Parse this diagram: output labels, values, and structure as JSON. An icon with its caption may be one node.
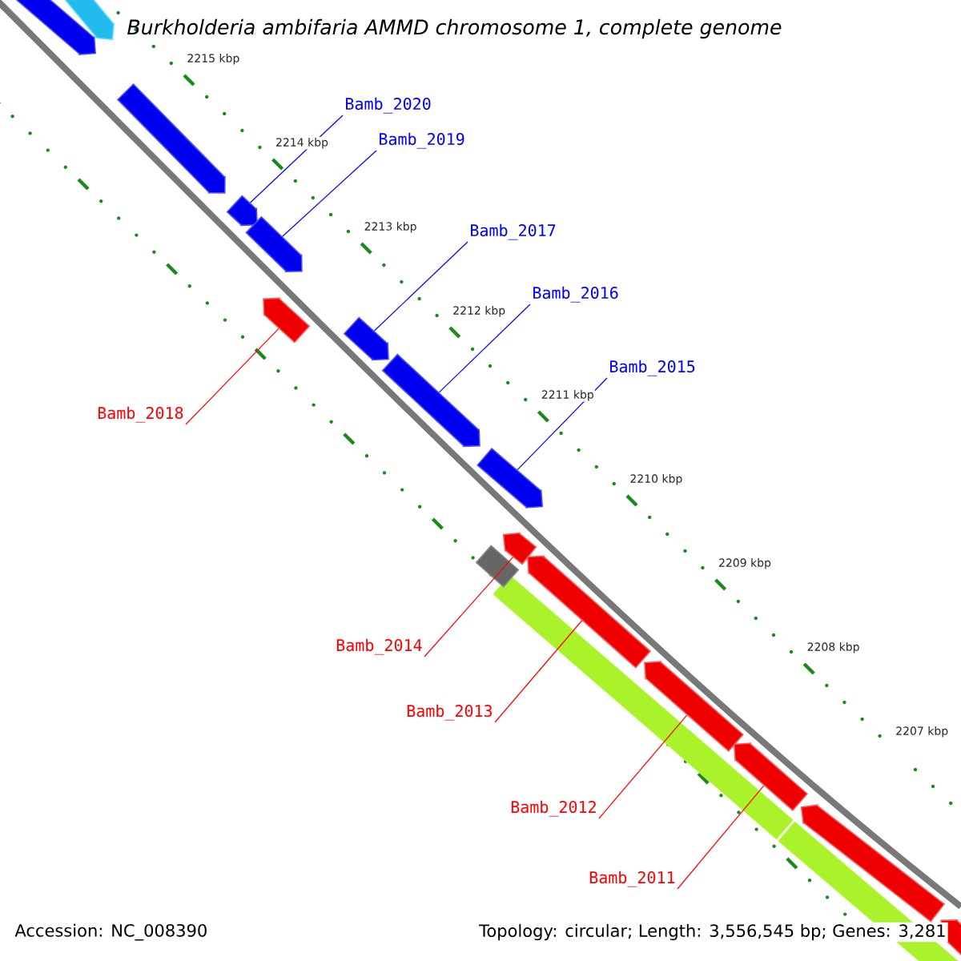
{
  "diagram": {
    "title": "Burkholderia ambifaria AMMD chromosome 1, complete genome",
    "nodes": [
      {
        "text": [],
        "shape": "arrow"
      },
      {
        "text": [],
        "shape": "arrow"
      },
      {
        "text": [],
        "shape": "arrow"
      },
      {
        "text": [
          "Bamb_2020"
        ]
      },
      {
        "text": [],
        "shape": "arrow"
      },
      {
        "text": [
          "Bamb_2019"
        ]
      },
      {
        "text": [],
        "shape": "arrow"
      },
      {
        "text": [
          "Bamb_2017"
        ]
      },
      {
        "text": [],
        "shape": "arrow"
      },
      {
        "text": [
          "Bamb_2016"
        ]
      },
      {
        "text": [],
        "shape": "arrow"
      },
      {
        "text": [
          "Bamb_2018"
        ]
      },
      {
        "text": [],
        "shape": "arrow"
      },
      {
        "text": [
          "Bamb_2015"
        ]
      },
      {
        "text": [],
        "shape": "arrow"
      },
      {
        "text": [],
        "shape": "arrow"
      },
      {
        "text": [],
        "shape": "box"
      },
      {
        "text": [],
        "shape": "arrow"
      },
      {
        "text": [
          "Bamb_2014"
        ]
      },
      {
        "text": [
          "Bamb_2013"
        ]
      },
      {
        "text": [],
        "shape": "arrow"
      },
      {
        "text": [],
        "shape": "arrow"
      },
      {
        "text": [
          "Bamb_2012"
        ]
      },
      {
        "text": [
          "Bamb_2011"
        ]
      },
      {
        "text": [],
        "shape": "arrow"
      },
      {
        "text": [],
        "shape": "arrow"
      }
    ],
    "edges": [
      {
        "from": 3,
        "to": 4,
        "arrow": "none"
      },
      {
        "from": 5,
        "to": 6,
        "arrow": "none"
      },
      {
        "from": 7,
        "to": 10,
        "arrow": "none"
      },
      {
        "from": 9,
        "to": 12,
        "arrow": "none"
      },
      {
        "from": 13,
        "to": 14,
        "arrow": "none"
      },
      {
        "from": 11,
        "to": 8,
        "arrow": "none",
        "color": "#ff0000"
      },
      {
        "from": 18,
        "to": 15,
        "arrow": "none",
        "color": "#ff0000"
      },
      {
        "from": 19,
        "to": 17,
        "arrow": "none",
        "color": "#ff0000"
      },
      {
        "from": 22,
        "to": 20,
        "arrow": "none",
        "color": "#ff0000"
      },
      {
        "from": 23,
        "to": 21,
        "arrow": "none",
        "color": "#ff0000"
      }
    ],
    "labels": [
      "2215 kbp",
      "2214 kbp",
      "2213 kbp",
      "2212 kbp",
      "2211 kbp",
      "2210 kbp",
      "2209 kbp",
      "2208 kbp",
      "2207 kbp",
      "Accession: NC_008390",
      "Topology: circular; Length: 3,556,545 bp; Genes: 3,281"
    ]
  }
}
